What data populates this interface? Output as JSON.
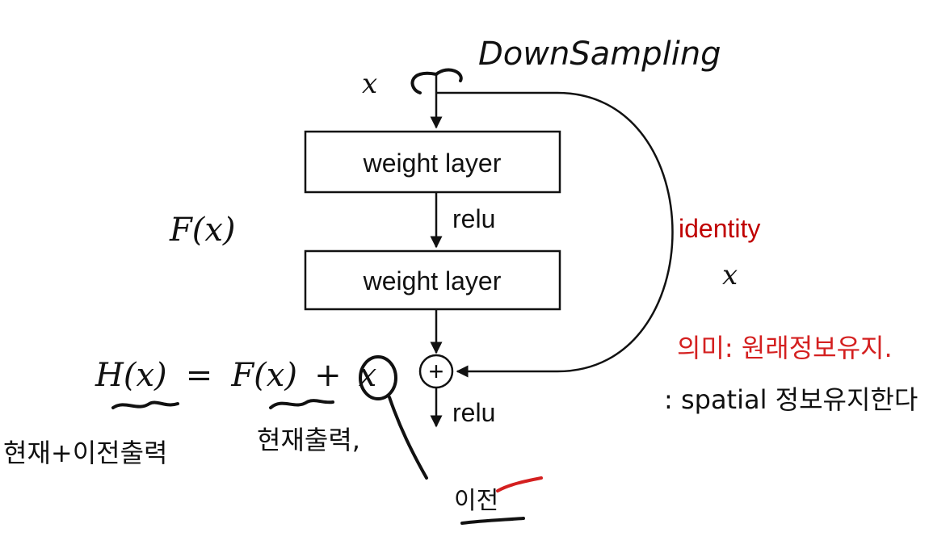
{
  "diagram": {
    "input_x": "x",
    "layer1_label": "weight layer",
    "layer2_label": "weight layer",
    "relu_mid": "relu",
    "relu_out": "relu",
    "fx_label": "F(x)",
    "identity_label": "identity",
    "identity_x": "x",
    "sum_symbol": "+",
    "equation": {
      "lhs": "H(x)",
      "equals": "=",
      "fx": "F(x)",
      "plus": "+",
      "x": "x"
    }
  },
  "annotations": {
    "downsampling": "DownSampling",
    "meaning_korean": "의미: 원래정보유지.",
    "spatial_korean": ": spatial 정보유지한다",
    "current_prev_korean": "현재+이전출력",
    "current_output_korean": "현재출력,",
    "previous_korean": "이전",
    "colors": {
      "identity": "#c00000",
      "red_annotation": "#d42020",
      "ink": "#111111"
    }
  }
}
